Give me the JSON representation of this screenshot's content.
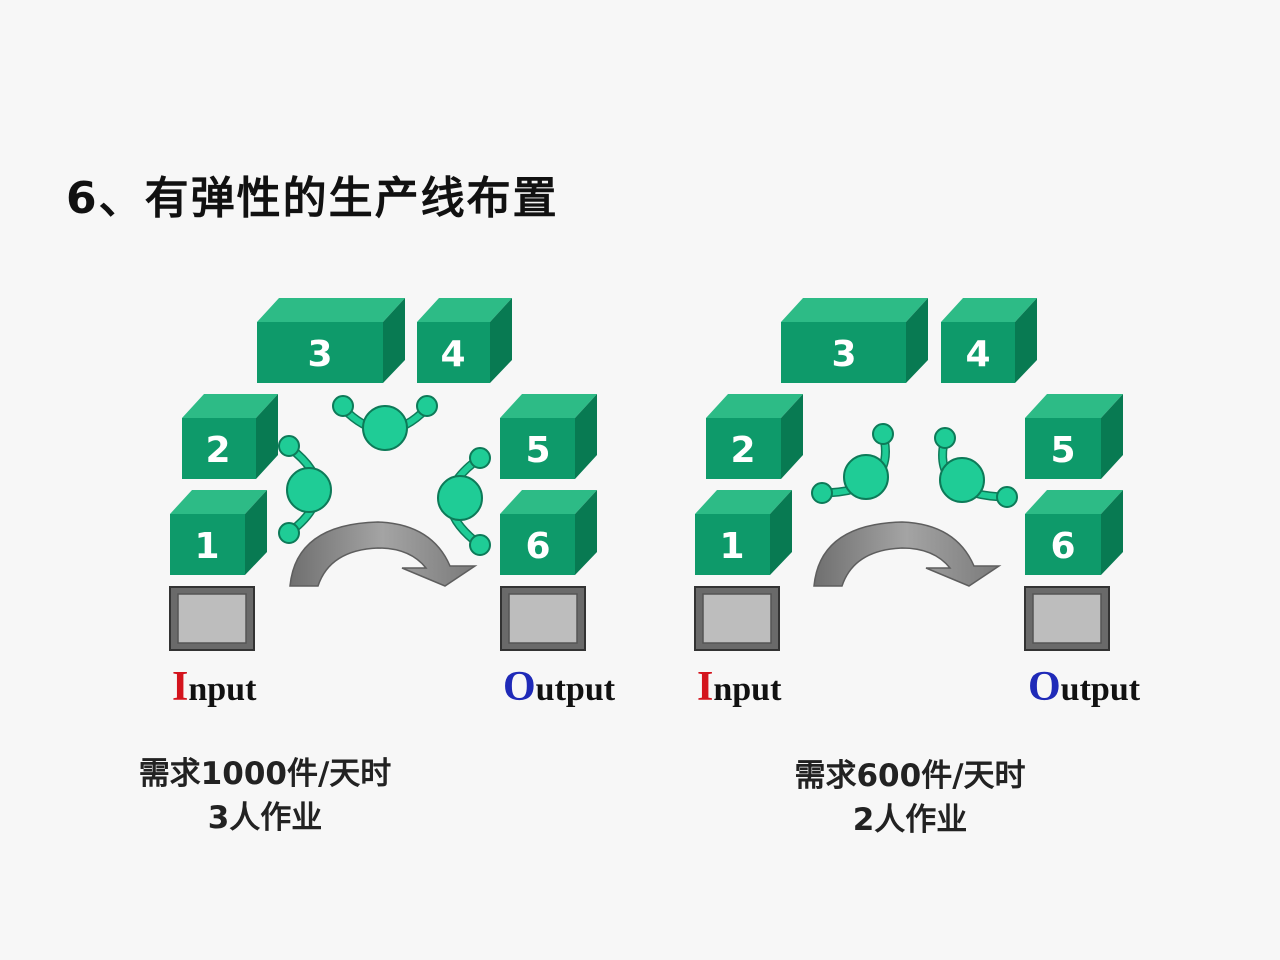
{
  "title": "6、有弹性的生产线布置",
  "colors": {
    "station_front": "#0e9a6a",
    "station_top": "#2dbb86",
    "station_side": "#087a52",
    "worker": "#1fcc96",
    "worker_stroke": "#0d7a58",
    "arrow": "#8a8a8a",
    "input_letter": "#d4141d",
    "output_letter": "#1f2ab8"
  },
  "diagrams": [
    {
      "stations": [
        "1",
        "2",
        "3",
        "4",
        "5",
        "6"
      ],
      "input": {
        "cap": "I",
        "rest": "nput"
      },
      "output": {
        "cap": "O",
        "rest": "utput"
      },
      "caption": {
        "demand": "需求1000件/天时",
        "workers": "3人作业"
      }
    },
    {
      "stations": [
        "1",
        "2",
        "3",
        "4",
        "5",
        "6"
      ],
      "input": {
        "cap": "I",
        "rest": "nput"
      },
      "output": {
        "cap": "O",
        "rest": "utput"
      },
      "caption": {
        "demand": "需求600件/天时",
        "workers": "2人作业"
      }
    }
  ]
}
